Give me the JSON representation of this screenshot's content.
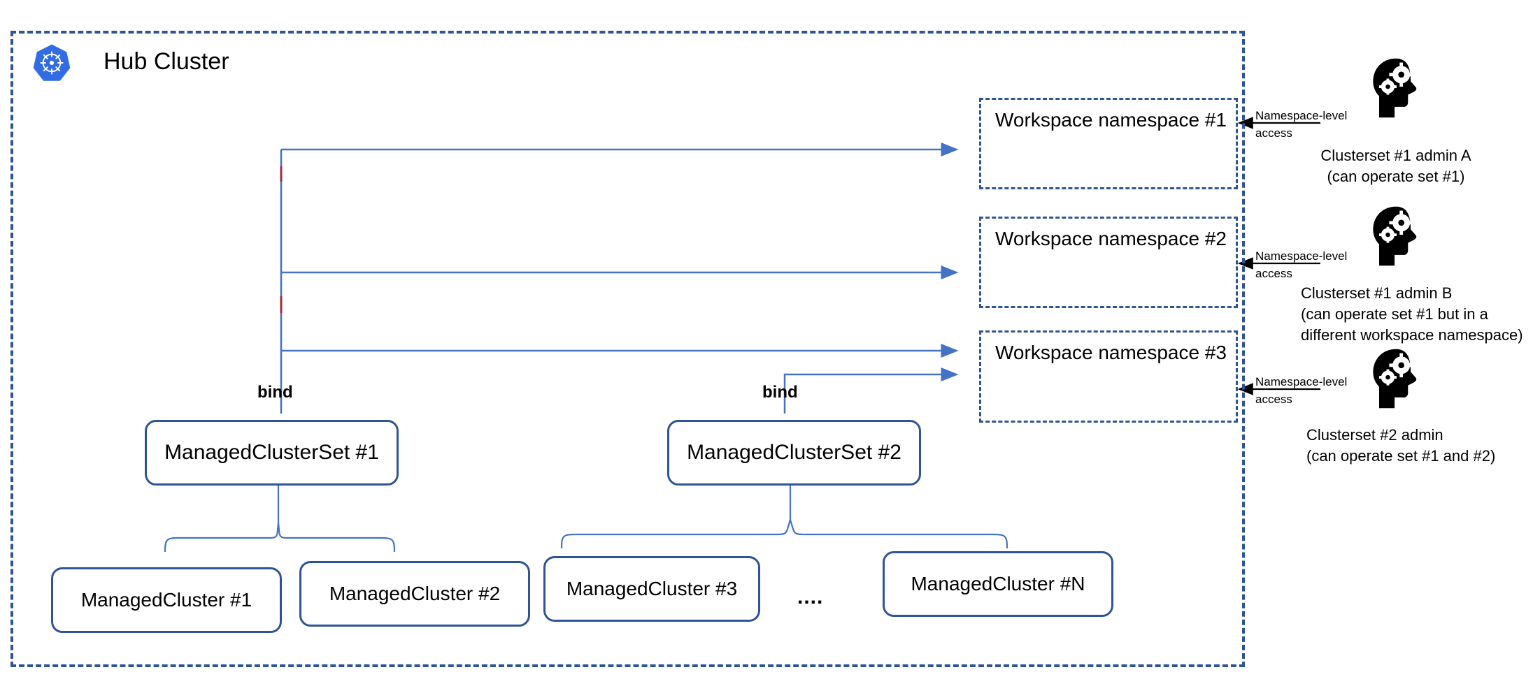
{
  "diagram": {
    "title": "Hub Cluster",
    "logo_icon": "kubernetes-icon",
    "colors": {
      "border_blue": "#2f5496",
      "arrow_blue": "#4472c4",
      "brace_blue": "#4472c4",
      "k8s_blue": "#326ce5",
      "accent_red": "#a02b46",
      "text": "#000000"
    }
  },
  "namespaces": [
    {
      "label": "Workspace namespace #1"
    },
    {
      "label": "Workspace namespace #2"
    },
    {
      "label": "Workspace namespace #3"
    }
  ],
  "cluster_sets": [
    {
      "label": "ManagedClusterSet #1",
      "bind_label": "bind"
    },
    {
      "label": "ManagedClusterSet #2",
      "bind_label": "bind"
    }
  ],
  "managed_clusters": [
    {
      "label": "ManagedCluster #1"
    },
    {
      "label": "ManagedCluster #2"
    },
    {
      "label": "ManagedCluster #3"
    },
    {
      "label": "ManagedCluster #N"
    }
  ],
  "ellipsis": "....",
  "admins": [
    {
      "icon": "head-with-gears-icon",
      "access_line_1": "Namespace-level",
      "access_line_2": "access",
      "caption_line_1": "Clusterset #1 admin A",
      "caption_line_2": "(can operate set #1)",
      "caption_line_3": ""
    },
    {
      "icon": "head-with-gears-icon",
      "access_line_1": "Namespace-level",
      "access_line_2": "access",
      "caption_line_1": "Clusterset #1 admin B",
      "caption_line_2": "(can operate set #1 but in a",
      "caption_line_3": "different workspace namespace)"
    },
    {
      "icon": "head-with-gears-icon",
      "access_line_1": "Namespace-level",
      "access_line_2": "access",
      "caption_line_1": "Clusterset #2 admin",
      "caption_line_2": "(can operate set #1 and #2)",
      "caption_line_3": ""
    }
  ]
}
